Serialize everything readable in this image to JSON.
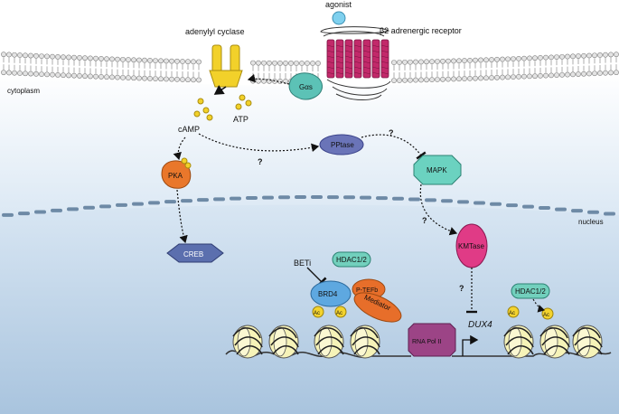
{
  "labels": {
    "agonist": "agonist",
    "adenylyl_cyclase": "adenylyl cyclase",
    "b2_receptor": "β2 adrenergic receptor",
    "cytoplasm": "cytoplasm",
    "nucleus": "nucleus",
    "gas": "Gαs",
    "atp": "ATP",
    "camp": "cAMP",
    "pka": "PKA",
    "creb": "CREB",
    "pptase": "PPtase",
    "mapk": "MAPK",
    "kmtase": "KMTase",
    "beti": "BETi",
    "brd4": "BRD4",
    "hdac_left": "HDAC1/2",
    "hdac_right": "HDAC1/2",
    "ptefb": "P-TEFb",
    "mediator": "Mediator",
    "rnapol": "RNA Pol II",
    "dux4": "DUX4",
    "ac": "Ac",
    "q": "?"
  },
  "colors": {
    "agonist": "#7fd0ee",
    "adenylyl_cyclase": "#f2d12a",
    "receptor": "#c2296a",
    "gas": "#5cc2b6",
    "pka": "#e9772b",
    "creb": "#5b6fae",
    "pptase": "#6a74b8",
    "mapk": "#6bd2c0",
    "kmtase": "#e03b86",
    "brd4": "#5ea8e0",
    "hdac": "#72d0bd",
    "mediator": "#e76e2a",
    "rnapol": "#9c4486",
    "acetyl": "#f3d32e",
    "nucleosome": "#f6f3b8"
  }
}
